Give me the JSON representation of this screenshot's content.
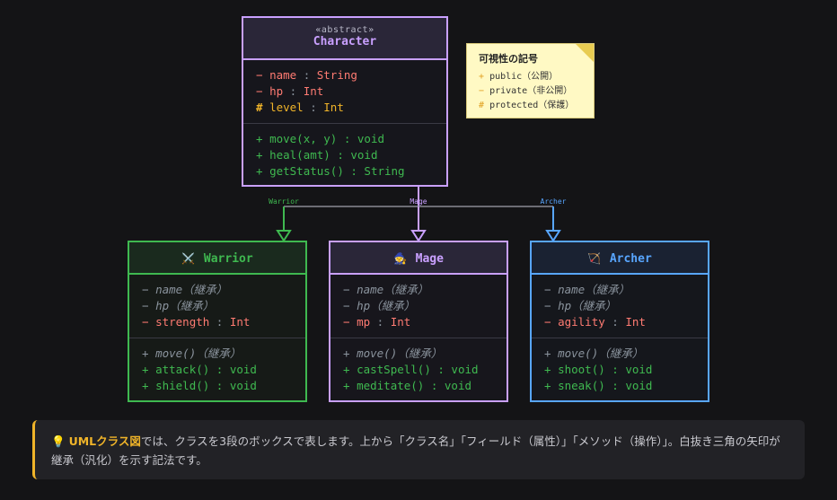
{
  "character": {
    "stereotype": "«abstract»",
    "name": "Character",
    "fields": [
      {
        "vis": "−",
        "name": "name",
        "sep": " : ",
        "type": "String"
      },
      {
        "vis": "−",
        "name": "hp",
        "sep": " : ",
        "type": "Int"
      },
      {
        "vis": "#",
        "name": "level",
        "sep": " : ",
        "type": "Int"
      }
    ],
    "methods": [
      {
        "vis": "+",
        "sig": "move(x, y) : void"
      },
      {
        "vis": "+",
        "sig": "heal(amt) : void"
      },
      {
        "vis": "+",
        "sig": "getStatus() : String"
      }
    ]
  },
  "edge_labels": {
    "warrior": "Warrior",
    "mage": "Mage",
    "archer": "Archer"
  },
  "note": {
    "title": "可視性の記号",
    "rows": [
      {
        "sym": "+",
        "text": "public（公開）"
      },
      {
        "sym": "−",
        "text": "private（非公開）"
      },
      {
        "sym": "#",
        "text": "protected（保護）"
      }
    ]
  },
  "warrior": {
    "icon": "⚔️",
    "name": "Warrior",
    "inherited_fields": [
      {
        "vis": "−",
        "text": "name（継承）"
      },
      {
        "vis": "−",
        "text": "hp（継承）"
      }
    ],
    "field": {
      "vis": "−",
      "name": "strength",
      "sep": " : ",
      "type": "Int"
    },
    "inherited_method": {
      "vis": "+",
      "text": "move()（継承）"
    },
    "methods": [
      {
        "vis": "+",
        "sig": "attack() : void"
      },
      {
        "vis": "+",
        "sig": "shield() : void"
      }
    ]
  },
  "mage": {
    "icon": "🧙",
    "name": "Mage",
    "inherited_fields": [
      {
        "vis": "−",
        "text": "name（継承）"
      },
      {
        "vis": "−",
        "text": "hp（継承）"
      }
    ],
    "field": {
      "vis": "−",
      "name": "mp",
      "sep": " : ",
      "type": "Int"
    },
    "inherited_method": {
      "vis": "+",
      "text": "move()（継承）"
    },
    "methods": [
      {
        "vis": "+",
        "sig": "castSpell() : void"
      },
      {
        "vis": "+",
        "sig": "meditate() : void"
      }
    ]
  },
  "archer": {
    "icon": "🏹",
    "name": "Archer",
    "inherited_fields": [
      {
        "vis": "−",
        "text": "name（継承）"
      },
      {
        "vis": "−",
        "text": "hp（継承）"
      }
    ],
    "field": {
      "vis": "−",
      "name": "agility",
      "sep": " : ",
      "type": "Int"
    },
    "inherited_method": {
      "vis": "+",
      "text": "move()（継承）"
    },
    "methods": [
      {
        "vis": "+",
        "sig": "shoot() : void"
      },
      {
        "vis": "+",
        "sig": "sneak() : void"
      }
    ]
  },
  "callout": {
    "icon": "💡",
    "highlight": "UMLクラス図",
    "text": "では、クラスを3段のボックスで表します。上から「クラス名」「フィールド（属性）」「メソッド（操作）」。白抜き三角の矢印が継承（汎化）を示す記法です。"
  },
  "colors": {
    "character": "#c9a0ff",
    "warrior": "#3fb950",
    "mage": "#c9a0ff",
    "archer": "#58a6ff"
  }
}
